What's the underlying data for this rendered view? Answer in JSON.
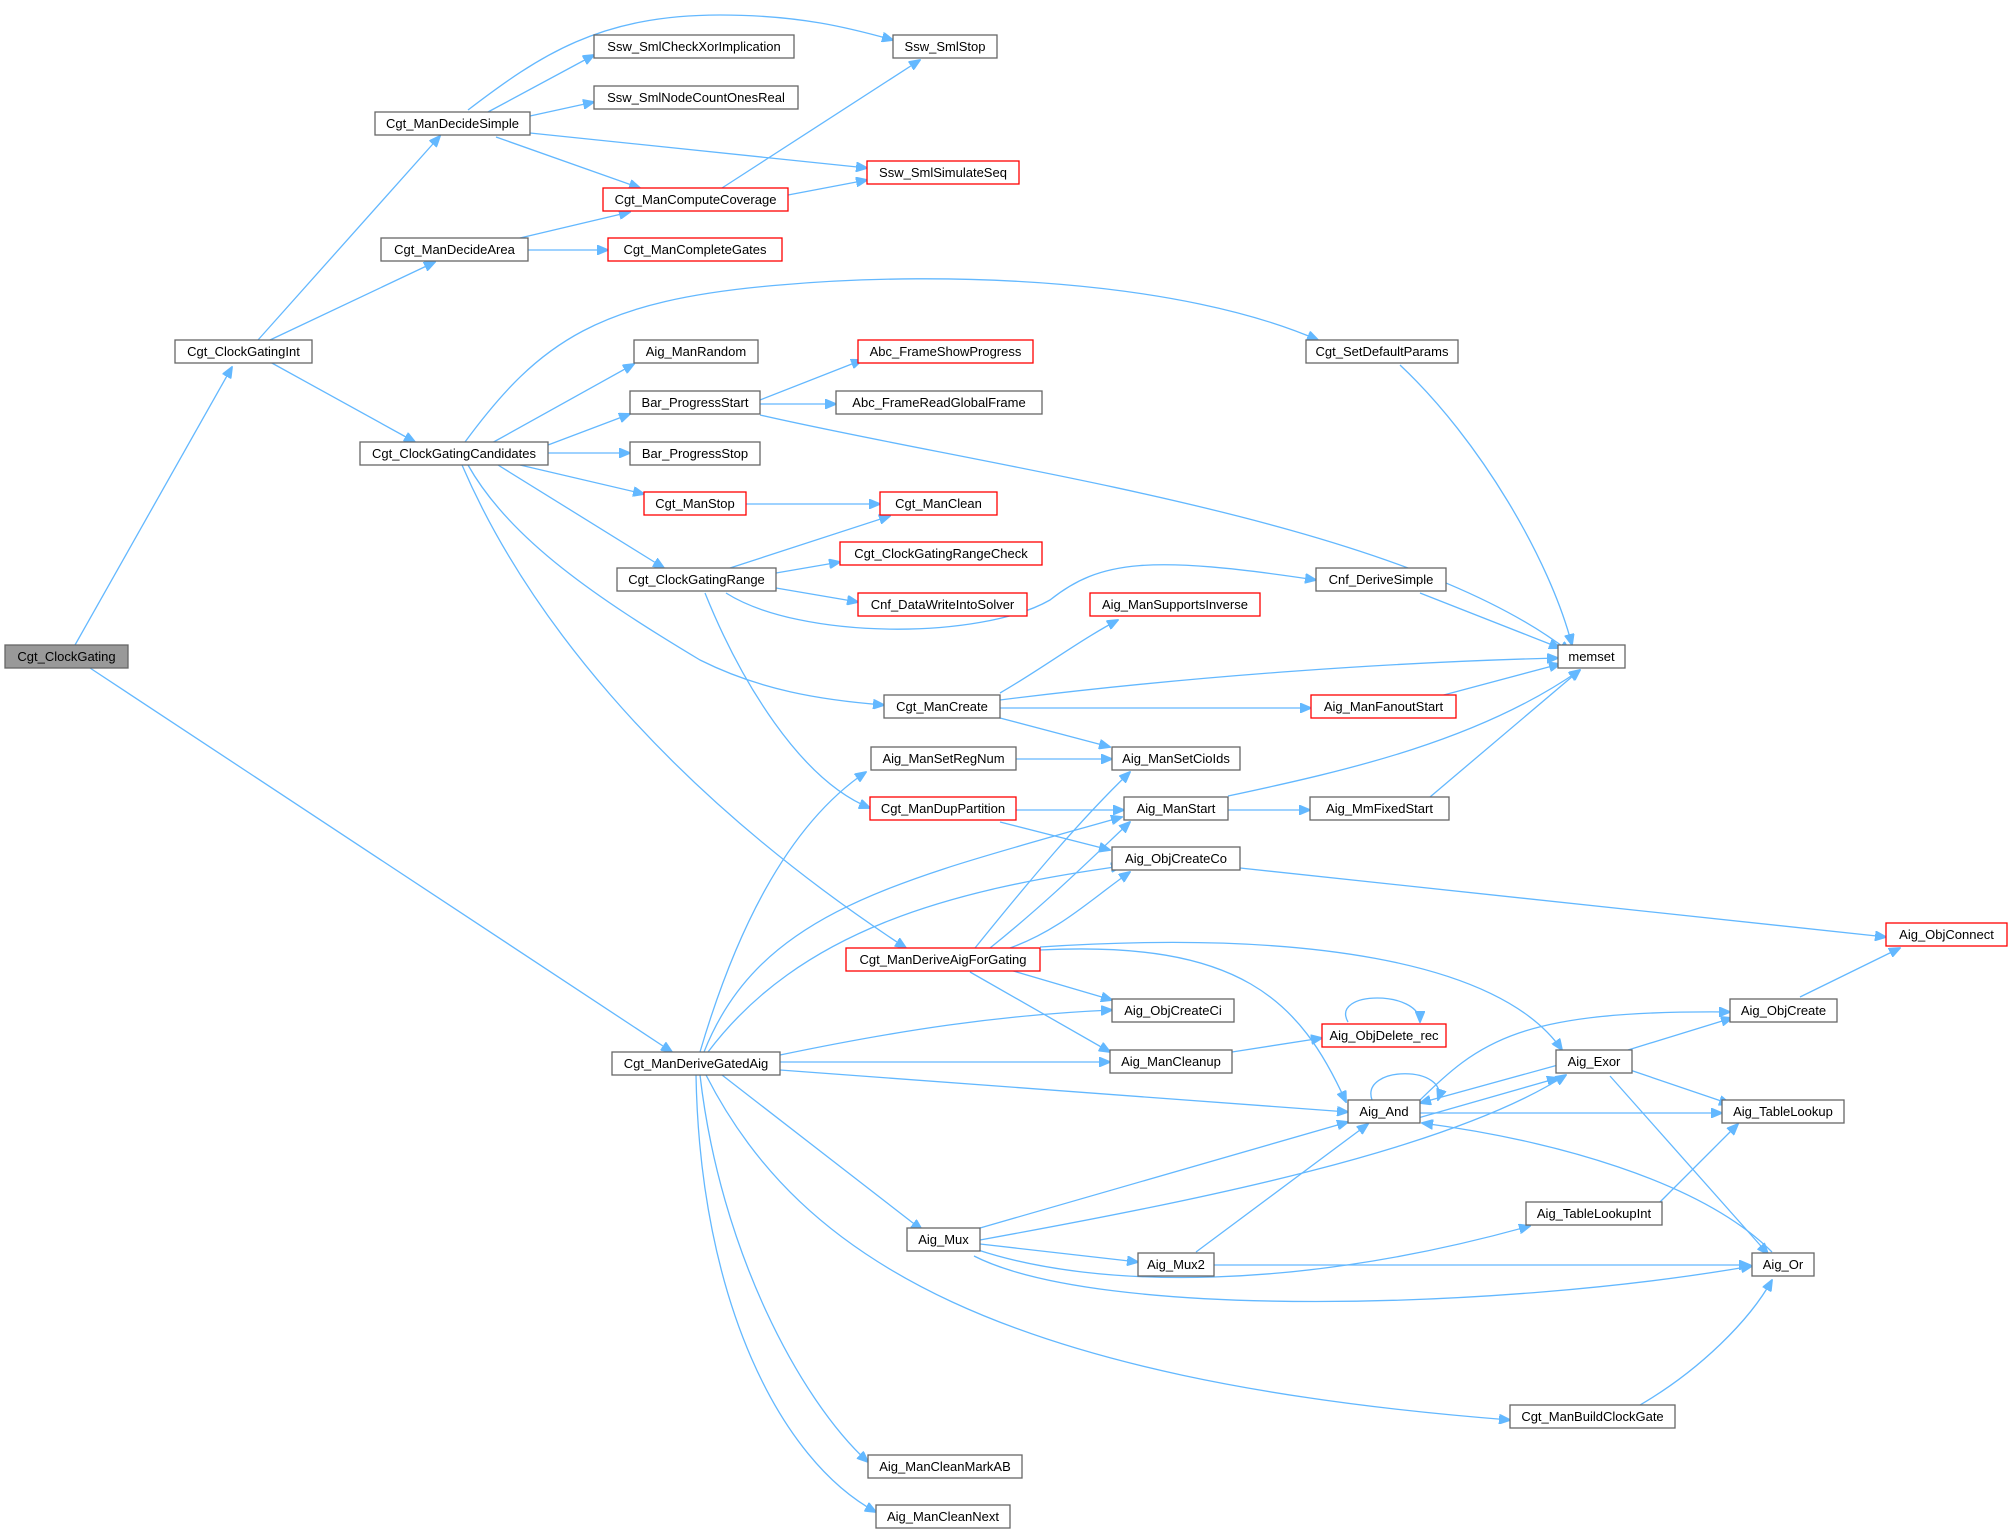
{
  "colors": {
    "edge": "#63b8ff",
    "border": "#666666",
    "incomplete_border": "#ff0000",
    "root_fill": "#999999"
  },
  "nodes": {
    "cgt_clockgating": {
      "label": "Cgt_ClockGating",
      "root": true
    },
    "cgt_clockgatingint": {
      "label": "Cgt_ClockGatingInt"
    },
    "cgt_derivegatedaig": {
      "label": "Cgt_ManDeriveGatedAig"
    },
    "cgt_decidesimple": {
      "label": "Cgt_ManDecideSimple"
    },
    "cgt_decidearea": {
      "label": "Cgt_ManDecideArea"
    },
    "cgt_cgcandidates": {
      "label": "Cgt_ClockGatingCandidates"
    },
    "ssw_checkxor": {
      "label": "Ssw_SmlCheckXorImplication"
    },
    "ssw_nodecount": {
      "label": "Ssw_SmlNodeCountOnesReal"
    },
    "ssw_stop": {
      "label": "Ssw_SmlStop"
    },
    "ssw_simulate": {
      "label": "Ssw_SmlSimulateSeq",
      "incomplete": true
    },
    "cgt_coverage": {
      "label": "Cgt_ManComputeCoverage",
      "incomplete": true
    },
    "cgt_completegates": {
      "label": "Cgt_ManCompleteGates",
      "incomplete": true
    },
    "aig_manrandom": {
      "label": "Aig_ManRandom"
    },
    "bar_progressstart": {
      "label": "Bar_ProgressStart"
    },
    "bar_progressstop": {
      "label": "Bar_ProgressStop"
    },
    "cgt_manstop": {
      "label": "Cgt_ManStop",
      "incomplete": true
    },
    "cgt_cgrange": {
      "label": "Cgt_ClockGatingRange"
    },
    "abc_showprogress": {
      "label": "Abc_FrameShowProgress",
      "incomplete": true
    },
    "abc_readglobal": {
      "label": "Abc_FrameReadGlobalFrame"
    },
    "cgt_manclean": {
      "label": "Cgt_ManClean",
      "incomplete": true
    },
    "cgt_rangecheck": {
      "label": "Cgt_ClockGatingRangeCheck",
      "incomplete": true
    },
    "cnf_writesolver": {
      "label": "Cnf_DataWriteIntoSolver",
      "incomplete": true
    },
    "cgt_setdefault": {
      "label": "Cgt_SetDefaultParams"
    },
    "cnf_derivesimple": {
      "label": "Cnf_DeriveSimple"
    },
    "aig_supportsinverse": {
      "label": "Aig_ManSupportsInverse",
      "incomplete": true
    },
    "memset": {
      "label": "memset"
    },
    "cgt_mancreate": {
      "label": "Cgt_ManCreate"
    },
    "aig_fanoutstart": {
      "label": "Aig_ManFanoutStart",
      "incomplete": true
    },
    "aig_setregnum": {
      "label": "Aig_ManSetRegNum"
    },
    "aig_setcioids": {
      "label": "Aig_ManSetCioIds"
    },
    "cgt_duppartition": {
      "label": "Cgt_ManDupPartition",
      "incomplete": true
    },
    "aig_manstart": {
      "label": "Aig_ManStart"
    },
    "aig_mmfixedstart": {
      "label": "Aig_MmFixedStart"
    },
    "aig_objcreateco": {
      "label": "Aig_ObjCreateCo"
    },
    "aig_objconnect": {
      "label": "Aig_ObjConnect",
      "incomplete": true
    },
    "cgt_derivegating": {
      "label": "Cgt_ManDeriveAigForGating",
      "incomplete": true
    },
    "aig_objcreateci": {
      "label": "Aig_ObjCreateCi"
    },
    "aig_objdelete": {
      "label": "Aig_ObjDelete_rec",
      "incomplete": true
    },
    "aig_objcreate": {
      "label": "Aig_ObjCreate"
    },
    "aig_mancleanup": {
      "label": "Aig_ManCleanup"
    },
    "aig_exor": {
      "label": "Aig_Exor"
    },
    "aig_and": {
      "label": "Aig_And"
    },
    "aig_tablelookup": {
      "label": "Aig_TableLookup"
    },
    "aig_tablelookupint": {
      "label": "Aig_TableLookupInt"
    },
    "aig_mux": {
      "label": "Aig_Mux"
    },
    "aig_mux2": {
      "label": "Aig_Mux2"
    },
    "aig_or": {
      "label": "Aig_Or"
    },
    "cgt_buildclockgate": {
      "label": "Cgt_ManBuildClockGate"
    },
    "aig_cleanmarkab": {
      "label": "Aig_ManCleanMarkAB"
    },
    "aig_cleannext": {
      "label": "Aig_ManCleanNext"
    }
  }
}
